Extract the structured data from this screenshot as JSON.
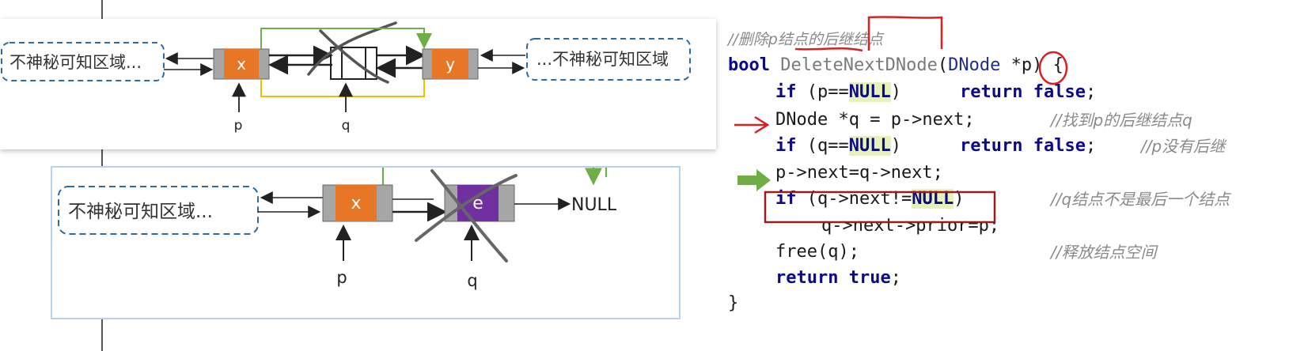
{
  "diagram_top": {
    "left_region": "不神秘可知区域...",
    "right_region": "...不神秘可知区域",
    "node_x": "x",
    "node_y": "y",
    "pointer_p": "p",
    "pointer_q": "q"
  },
  "diagram_bottom": {
    "left_region": "不神秘可知区域...",
    "node_x": "x",
    "node_e": "e",
    "null_label": "NULL",
    "pointer_p": "p",
    "pointer_q": "q"
  },
  "code": {
    "comment_title": "//删除p结点的后继结点",
    "line_bool": "bool",
    "line_fn": "DeleteNextDNode",
    "line_type": "DNode",
    "line_param": "*p",
    "line_brace": ") {",
    "kw_if": "if",
    "kw_return": "return",
    "kw_false": "false",
    "kw_true": "true",
    "null": "NULL",
    "l1_cond": "(p==",
    "l2_decl": "DNode *q = p->next;",
    "l2_comment": "//找到p的后继结点q",
    "l3_cond": "(q==",
    "l3_comment": "//p没有后继",
    "l4_stmt": "p->next=q->next;",
    "l5_cond": "(q->next!=",
    "l5_comment": "//q结点不是最后一个结点",
    "l6_stmt": "q->next->prior=p;",
    "l7_stmt": "free(q);",
    "l7_comment": "//释放结点空间",
    "close_brace": "}"
  },
  "colors": {
    "node_orange": "#e77727",
    "node_purple": "#7030a0",
    "node_gray": "#a6a6a6",
    "region_border": "#2e6b9e",
    "green_arrow": "#70ad47",
    "yellow_arrow": "#f0c000",
    "annotation_red": "#d9201f",
    "highlight_box": "#9b1c1c"
  }
}
